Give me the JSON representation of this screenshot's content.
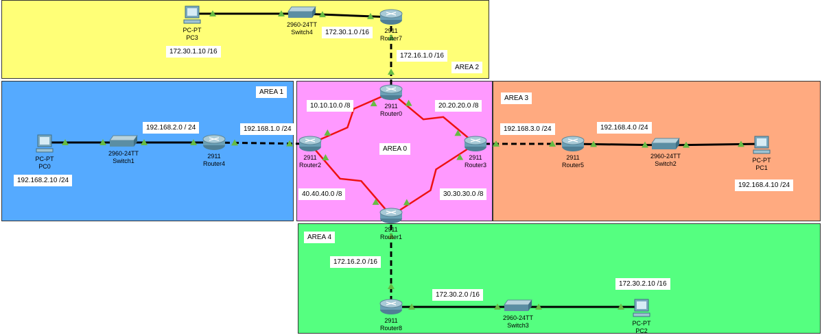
{
  "areas": [
    {
      "id": "area2",
      "label": "AREA 2",
      "color": "#ffff77"
    },
    {
      "id": "area1",
      "label": "AREA 1",
      "color": "#55aaff"
    },
    {
      "id": "area0",
      "label": "AREA 0",
      "color": "#ff99ff"
    },
    {
      "id": "area3",
      "label": "AREA 3",
      "color": "#ffaa80"
    },
    {
      "id": "area4",
      "label": "AREA 4",
      "color": "#55ff80"
    }
  ],
  "devices": [
    {
      "id": "PC3",
      "type": "pc",
      "model": "PC-PT",
      "name": "PC3"
    },
    {
      "id": "Switch4",
      "type": "switch",
      "model": "2960-24TT",
      "name": "Switch4"
    },
    {
      "id": "Router7",
      "type": "router",
      "model": "2911",
      "name": "Router7"
    },
    {
      "id": "Router0",
      "type": "router",
      "model": "2911",
      "name": "Router0"
    },
    {
      "id": "Router2",
      "type": "router",
      "model": "2911",
      "name": "Router2"
    },
    {
      "id": "Router3",
      "type": "router",
      "model": "2911",
      "name": "Router3"
    },
    {
      "id": "Router1",
      "type": "router",
      "model": "2911",
      "name": "Router1"
    },
    {
      "id": "Router4",
      "type": "router",
      "model": "2911",
      "name": "Router4"
    },
    {
      "id": "Switch1",
      "type": "switch",
      "model": "2960-24TT",
      "name": "Switch1"
    },
    {
      "id": "PC0",
      "type": "pc",
      "model": "PC-PT",
      "name": "PC0"
    },
    {
      "id": "Router5",
      "type": "router",
      "model": "2911",
      "name": "Router5"
    },
    {
      "id": "Switch2",
      "type": "switch",
      "model": "2960-24TT",
      "name": "Switch2"
    },
    {
      "id": "PC1",
      "type": "pc",
      "model": "PC-PT",
      "name": "PC1"
    },
    {
      "id": "Router8",
      "type": "router",
      "model": "2911",
      "name": "Router8"
    },
    {
      "id": "Switch3",
      "type": "switch",
      "model": "2960-24TT",
      "name": "Switch3"
    },
    {
      "id": "PC2",
      "type": "pc",
      "model": "PC-PT",
      "name": "PC2"
    }
  ],
  "links": [
    {
      "from": "PC3",
      "to": "Switch4",
      "style": "copper"
    },
    {
      "from": "Switch4",
      "to": "Router7",
      "style": "copper"
    },
    {
      "from": "Router7",
      "to": "Router0",
      "style": "crossover"
    },
    {
      "from": "Router0",
      "to": "Router2",
      "style": "serial"
    },
    {
      "from": "Router0",
      "to": "Router3",
      "style": "serial"
    },
    {
      "from": "Router2",
      "to": "Router1",
      "style": "serial"
    },
    {
      "from": "Router3",
      "to": "Router1",
      "style": "serial"
    },
    {
      "from": "Router2",
      "to": "Router4",
      "style": "crossover"
    },
    {
      "from": "Router4",
      "to": "Switch1",
      "style": "copper"
    },
    {
      "from": "Switch1",
      "to": "PC0",
      "style": "copper"
    },
    {
      "from": "Router3",
      "to": "Router5",
      "style": "crossover"
    },
    {
      "from": "Router5",
      "to": "Switch2",
      "style": "copper"
    },
    {
      "from": "Switch2",
      "to": "PC1",
      "style": "copper"
    },
    {
      "from": "Router1",
      "to": "Router8",
      "style": "crossover"
    },
    {
      "from": "Router8",
      "to": "Switch3",
      "style": "copper"
    },
    {
      "from": "Switch3",
      "to": "PC2",
      "style": "copper"
    }
  ],
  "network_labels": [
    {
      "id": "pc3ip",
      "text": "172.30.1.10 /16"
    },
    {
      "id": "n172301",
      "text": "172.30.1.0 /16"
    },
    {
      "id": "n172161",
      "text": "172.16.1.0 /16"
    },
    {
      "id": "n10",
      "text": "10.10.10.0 /8"
    },
    {
      "id": "n20",
      "text": "20.20.20.0 /8"
    },
    {
      "id": "n40",
      "text": "40.40.40.0 /8"
    },
    {
      "id": "n30",
      "text": "30.30.30.0 /8"
    },
    {
      "id": "n1922",
      "text": "192.168.2.0 / 24"
    },
    {
      "id": "n1921",
      "text": "192.168.1.0 /24"
    },
    {
      "id": "pc0ip",
      "text": "192.168.2.10 /24"
    },
    {
      "id": "n1923",
      "text": "192.168.3.0 /24"
    },
    {
      "id": "n1924",
      "text": "192.168.4.0 /24"
    },
    {
      "id": "pc1ip",
      "text": "192.168.4.10 /24"
    },
    {
      "id": "n172162",
      "text": "172.16.2.0 /16"
    },
    {
      "id": "n172302",
      "text": "172.30.2.0 /16"
    },
    {
      "id": "pc2ip",
      "text": "172.30.2.10 /16"
    }
  ],
  "colors": {
    "serial": "#ee1111",
    "copper": "#000000",
    "port_up": "#66bb44"
  }
}
